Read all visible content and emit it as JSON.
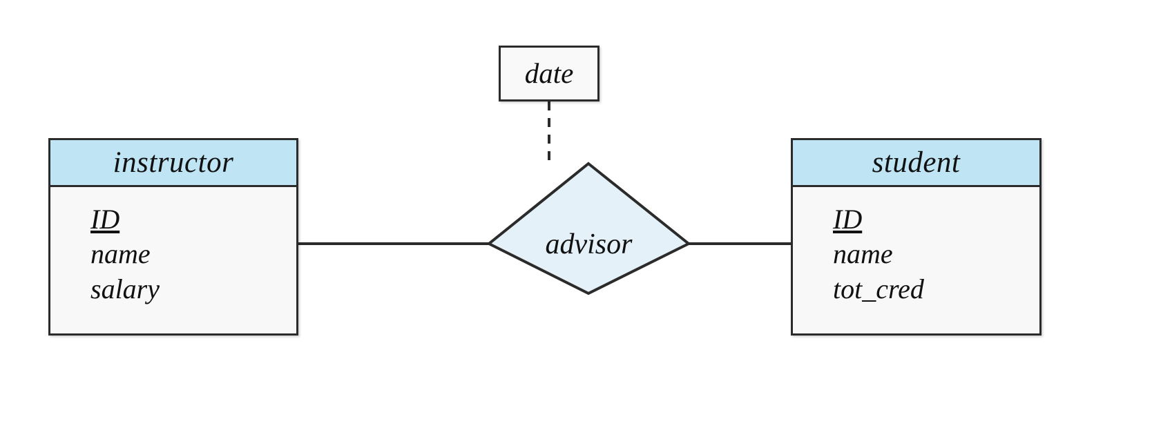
{
  "diagram": {
    "type": "entity-relationship-diagram",
    "background_color": "#ffffff",
    "entities": [
      {
        "name": "instructor",
        "title": "instructor",
        "header_color": "#bfe5f5",
        "body_color": "#f8f8f8",
        "attributes": [
          {
            "label": "ID",
            "primary_key": true
          },
          {
            "label": "name",
            "primary_key": false
          },
          {
            "label": "salary",
            "primary_key": false
          }
        ]
      },
      {
        "name": "student",
        "title": "student",
        "header_color": "#bfe5f5",
        "body_color": "#f8f8f8",
        "attributes": [
          {
            "label": "ID",
            "primary_key": true
          },
          {
            "label": "name",
            "primary_key": false
          },
          {
            "label": "tot_cred",
            "primary_key": false
          }
        ]
      }
    ],
    "relationship": {
      "name": "advisor",
      "label": "advisor",
      "shape": "diamond",
      "fill_color": "#e4f1f9",
      "stroke_color": "#2b2b2b"
    },
    "descriptive_attribute": {
      "name": "date",
      "label": "date",
      "shape": "rectangle",
      "fill_color": "#f9f9f9",
      "connector": "dashed"
    },
    "connectors": [
      {
        "from": "instructor",
        "to": "advisor",
        "style": "solid"
      },
      {
        "from": "advisor",
        "to": "student",
        "style": "solid"
      },
      {
        "from": "date",
        "to": "advisor",
        "style": "dashed"
      }
    ]
  }
}
